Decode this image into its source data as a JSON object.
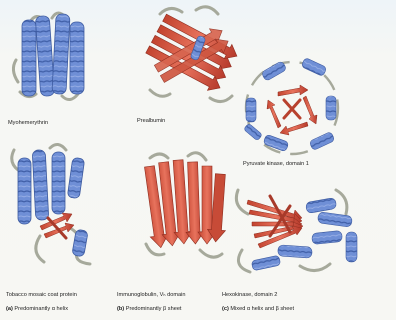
{
  "structures": [
    {
      "name": "Myohemerythrin"
    },
    {
      "name": "Prealbumin"
    },
    {
      "name": "Pyruvate kinase, domain 1"
    },
    {
      "name": "Tobacco mosaic coat protein"
    },
    {
      "name": "Immunoglobulin, Vₕ domain"
    },
    {
      "name": "Hexokinase, domain 2"
    }
  ],
  "captions": [
    {
      "letter": "(a)",
      "text": "Predominantly α helix"
    },
    {
      "letter": "(b)",
      "text": "Predominantly β sheet"
    },
    {
      "letter": "(c)",
      "text": "Mixed α helix and β sheet"
    }
  ],
  "colors": {
    "helix": "#6f8fd6",
    "helix_dark": "#4b68b0",
    "strand": "#d95c45",
    "strand_dark": "#a83a2a",
    "coil": "#b9bcae",
    "coil_dark": "#8e917f"
  }
}
